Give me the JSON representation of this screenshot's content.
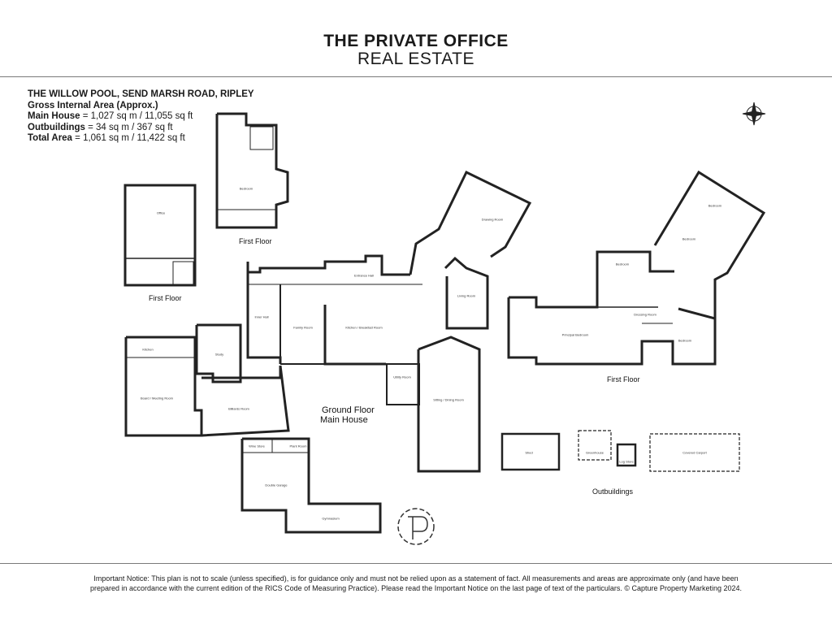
{
  "brand": {
    "line1": "THE PRIVATE OFFICE",
    "line2": "REAL ESTATE"
  },
  "property": {
    "title": "THE WILLOW POOL, SEND MARSH ROAD, RIPLEY",
    "gia_label": "Gross Internal Area (Approx.)",
    "main_house_label": "Main House",
    "main_house_value": " = 1,027 sq m / 11,055 sq ft",
    "outbuildings_label": "Outbuildings",
    "outbuildings_value": " = 34 sq m / 367 sq ft",
    "total_label": "Total Area",
    "total_value": " = 1,061 sq m / 11,422 sq ft"
  },
  "labels": {
    "first_floor_office": "First Floor",
    "first_floor_top": "First Floor",
    "first_floor_right": "First Floor",
    "ground_floor": "Ground Floor",
    "main_house": "Main House",
    "outbuildings": "Outbuildings"
  },
  "rooms": {
    "office": "Office",
    "bedroom_top": "Bedroom",
    "drawing_room": "Drawing Room",
    "entrance_hall": "Entrance Hall",
    "living_room": "Living Room",
    "family_room": "Family Room",
    "kitchen_breakfast": "Kitchen / Breakfast Room",
    "inner_hall": "Inner Hall",
    "kitchen": "Kitchen",
    "study": "Study",
    "utility": "Utility Room",
    "board_meeting": "Board / Meeting Room",
    "billiards": "Billiards Room",
    "sitting_dining": "Sitting / Dining Room",
    "wine_store": "Wine Store",
    "plant_room": "Plant Room",
    "double_garage": "Double Garage",
    "gymnasium": "Gymnasium",
    "bedroom_r1": "Bedroom",
    "bedroom_r2": "Bedroom",
    "bedroom_r3": "Bedroom",
    "principal_bedroom": "Principal Bedroom",
    "dressing_room": "Dressing Room",
    "bedroom_r4": "Bedroom",
    "shed": "Shed",
    "greenhouse": "Greenhouse",
    "log_store": "Log Store",
    "covered_carport": "Covered Carport"
  },
  "notice": {
    "line1": "Important Notice: This plan is not to scale (unless specified), is for guidance only and must not be relied upon as a statement of fact. All measurements and areas are approximate only (and have been",
    "line2": "prepared in accordance with the current edition of the RICS Code of Measuring Practice). Please read the Important Notice on the last page of text of the particulars. © Capture Property Marketing 2024."
  },
  "icons": [
    "compass-icon",
    "logo-monogram-icon"
  ]
}
